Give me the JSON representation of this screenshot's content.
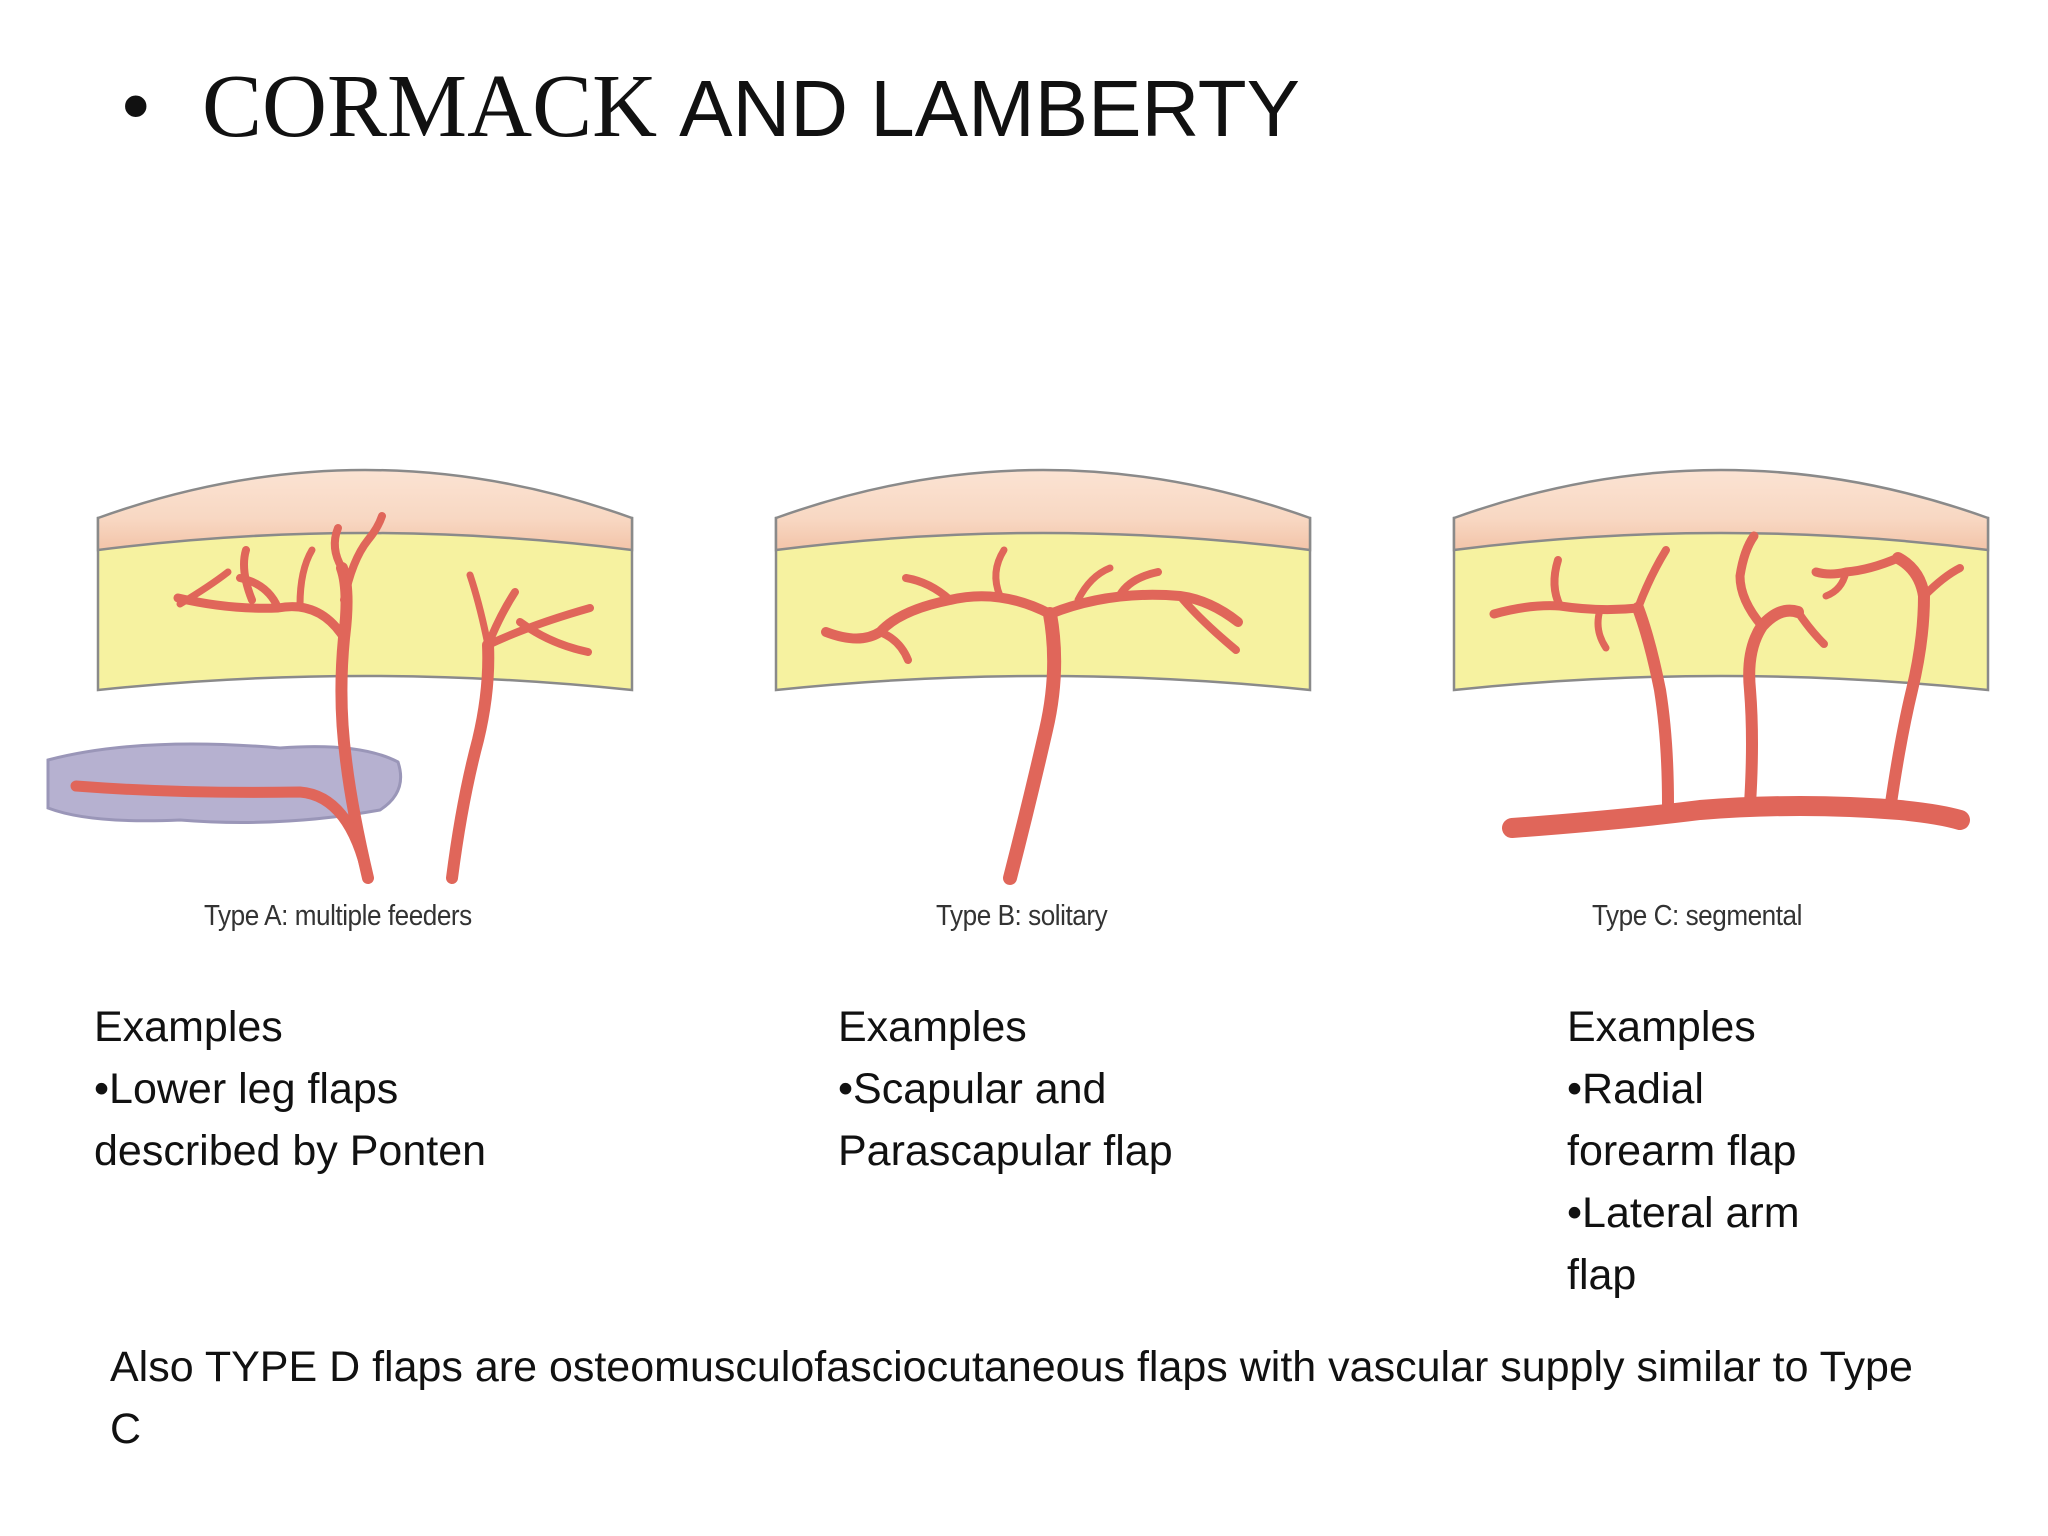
{
  "title": {
    "bullet": "•",
    "part1": "CORMACK",
    "part2": "AND LAMBERTY"
  },
  "panels": [
    {
      "caption": "Type A: multiple feeders",
      "examples_heading": "Examples",
      "examples_lines": [
        "•Lower leg flaps",
        "described by Ponten"
      ]
    },
    {
      "caption": "Type B: solitary",
      "examples_heading": "Examples",
      "examples_lines": [
        "•Scapular and",
        "Parascapular flap"
      ]
    },
    {
      "caption": "Type C: segmental",
      "examples_heading": "Examples",
      "examples_lines": [
        "•Radial",
        "forearm flap",
        "•Lateral arm",
        "flap"
      ]
    }
  ],
  "note": "Also  TYPE D flaps are osteomusculofasciocutaneous flaps with vascular supply similar to Type C",
  "colors": {
    "skin": "#f8dcc8",
    "dermis": "#f3c7ae",
    "fat": "#f6f2a0",
    "vessel": "#e0665a",
    "muscle": "#b6b1d0",
    "outline": "#8a8a8a"
  }
}
